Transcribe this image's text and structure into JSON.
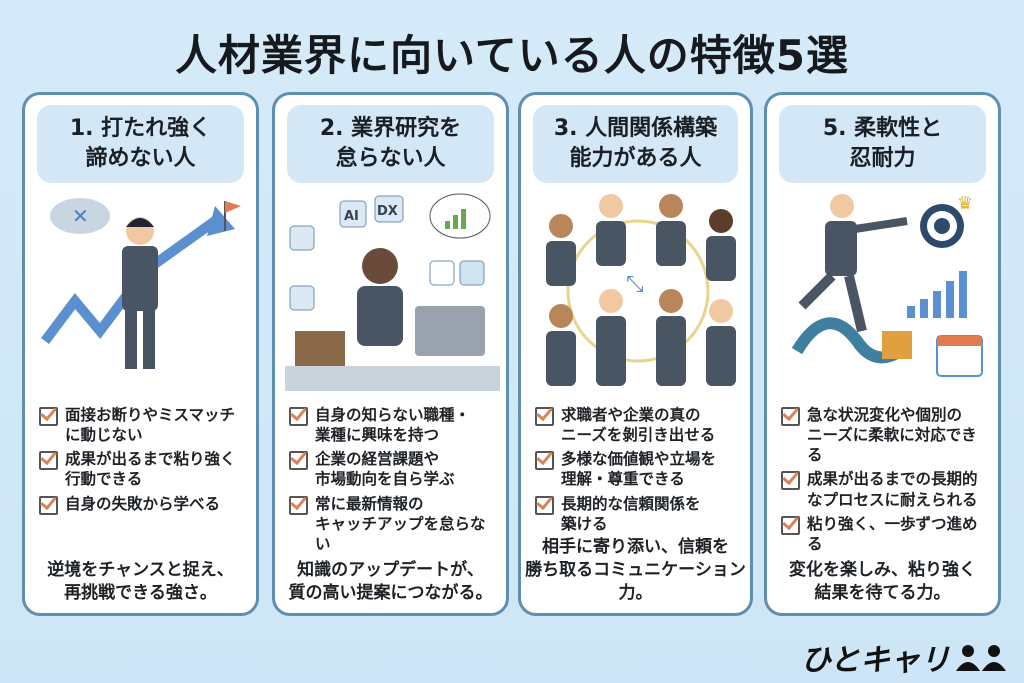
{
  "title": "人材業界に向いている人の特徴5選",
  "cards": [
    {
      "heading": "1. 打たれ強く\n諦めない人",
      "checks": [
        "面接お断りやミスマッチ\nに動じない",
        "成果が出るまで粘り強く\n行動できる",
        "自身の失敗から学べる"
      ],
      "closing": "逆境をチャンスと捉え、\n再挑戦できる強さ。"
    },
    {
      "heading": "2. 業界研究を\n怠らない人",
      "checks": [
        "自身の知らない職種・\n業種に興味を持つ",
        "企業の経営課題や\n市場動向を自ら学ぶ",
        "常に最新情報の\nキャッチアップを怠らない"
      ],
      "closing": "知識のアップデートが、\n質の高い提案につながる。",
      "icons": [
        "AI",
        "DX"
      ]
    },
    {
      "heading": "3. 人間関係構築\n能力がある人",
      "checks": [
        "求職者や企業の真の\nニーズを剝引き出せる",
        "多様な価値観や立場を\n理解・尊重できる",
        "長期的な信頼関係を\n築ける"
      ],
      "closing": "相手に寄り添い、信頼を\n勝ち取るコミュニケーション力。"
    },
    {
      "heading": "5. 柔軟性と\n忍耐力",
      "checks": [
        "急な状況変化や個別の\nニーズに柔軟に対応できる",
        "成果が出るまでの長期的\nなプロセスに耐えられる",
        "粘り強く、一歩ずつ進める"
      ],
      "closing": "変化を楽しみ、粘り強く\n結果を待てる力。"
    }
  ],
  "logo": "ひとキャリ",
  "colors": {
    "background": "#d6ebf9",
    "border": "#5f8fb0",
    "header": "#d3e7f6",
    "check": "#d9835a",
    "suit": "#4a5563",
    "arrow": "#5b8fd0"
  }
}
